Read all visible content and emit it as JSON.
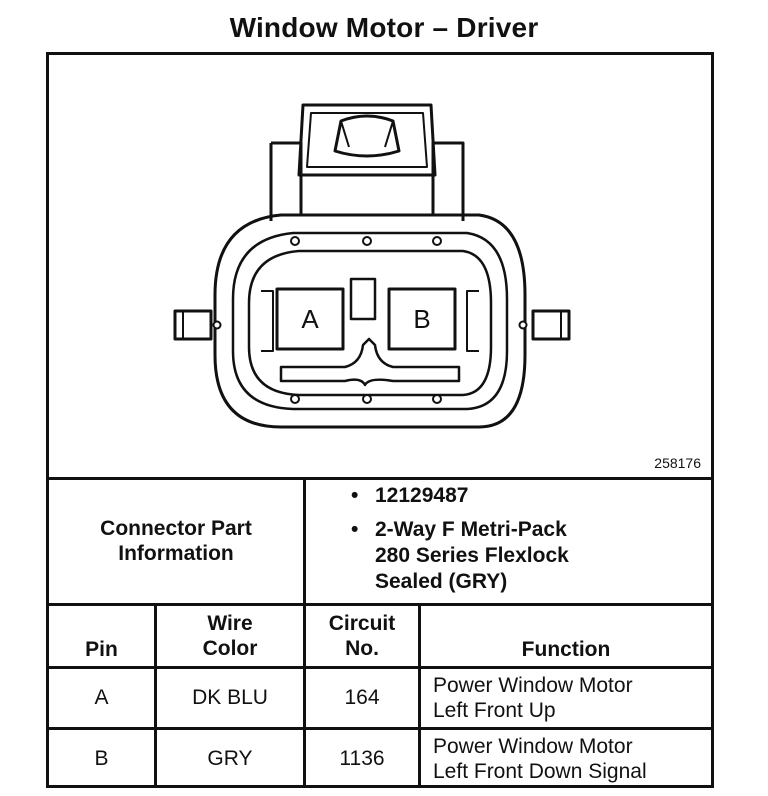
{
  "title": "Window Motor – Driver",
  "figure_ref": "258176",
  "connector": {
    "pin_a_label": "A",
    "pin_b_label": "B"
  },
  "connector_info": {
    "label_line1": "Connector Part",
    "label_line2": "Information",
    "items": [
      {
        "lines": [
          "12129487"
        ]
      },
      {
        "lines": [
          "2-Way F Metri-Pack",
          "280 Series Flexlock",
          "Sealed (GRY)"
        ]
      }
    ]
  },
  "table": {
    "headers": {
      "pin": "Pin",
      "wire_color_1": "Wire",
      "wire_color_2": "Color",
      "circuit_1": "Circuit",
      "circuit_2": "No.",
      "function": "Function"
    },
    "rows": [
      {
        "pin": "A",
        "wire": "DK BLU",
        "circuit": "164",
        "function_1": "Power Window Motor",
        "function_2": "Left Front Up"
      },
      {
        "pin": "B",
        "wire": "GRY",
        "circuit": "1136",
        "function_1": "Power Window Motor",
        "function_2": "Left Front Down Signal"
      }
    ]
  }
}
